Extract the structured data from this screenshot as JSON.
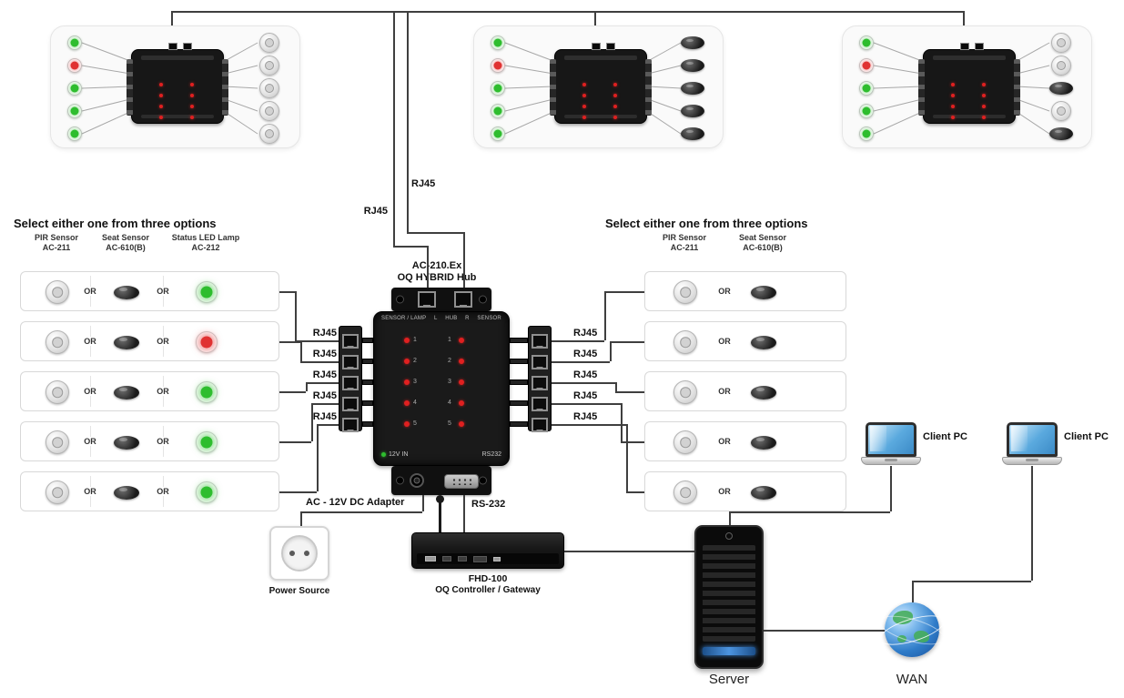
{
  "labels": {
    "or": "OR",
    "rj45": "RJ45",
    "select_heading": "Select either one from three options",
    "ac_adapter": "AC - 12V DC Adapter",
    "rs232_cable": "RS-232",
    "power_source": "Power Source",
    "client_pc": "Client PC",
    "server": "Server",
    "wan": "WAN"
  },
  "hub": {
    "model": "AC-210.Ex",
    "name": "OQ HYBRID Hub",
    "panel_text": {
      "sensor_lamp": "SENSOR / LAMP",
      "l": "L",
      "hub": "HUB",
      "r": "R",
      "sensor": "SENSOR",
      "power_in": "12V IN",
      "serial": "RS232"
    },
    "channel_numbers": [
      "1",
      "2",
      "3",
      "4",
      "5"
    ]
  },
  "gateway": {
    "model": "FHD-100",
    "name": "OQ Controller / Gateway"
  },
  "device_types": {
    "pir": {
      "name": "PIR Sensor",
      "model": "AC-211"
    },
    "seat": {
      "name": "Seat Sensor",
      "model": "AC-610(B)"
    },
    "lamp": {
      "name": "Status LED Lamp",
      "model": "AC-212"
    }
  },
  "colors": {
    "green": "#2ebd2e",
    "red": "#e03232",
    "wire": "#3f3f3f"
  },
  "left_options": {
    "rows": [
      {
        "lamp": "green"
      },
      {
        "lamp": "red"
      },
      {
        "lamp": "green"
      },
      {
        "lamp": "green"
      },
      {
        "lamp": "green"
      }
    ]
  },
  "right_options": {
    "rows": 5
  },
  "room_panels": [
    {
      "leds": [
        "green",
        "red",
        "green",
        "green",
        "green"
      ],
      "devices": [
        "pir",
        "pir",
        "pir",
        "pir",
        "pir"
      ]
    },
    {
      "leds": [
        "green",
        "red",
        "green",
        "green",
        "green"
      ],
      "devices": [
        "seat",
        "seat",
        "seat",
        "seat",
        "seat"
      ]
    },
    {
      "leds": [
        "green",
        "red",
        "green",
        "green",
        "green"
      ],
      "devices": [
        "pir",
        "pir",
        "seat",
        "pir",
        "seat"
      ]
    }
  ]
}
